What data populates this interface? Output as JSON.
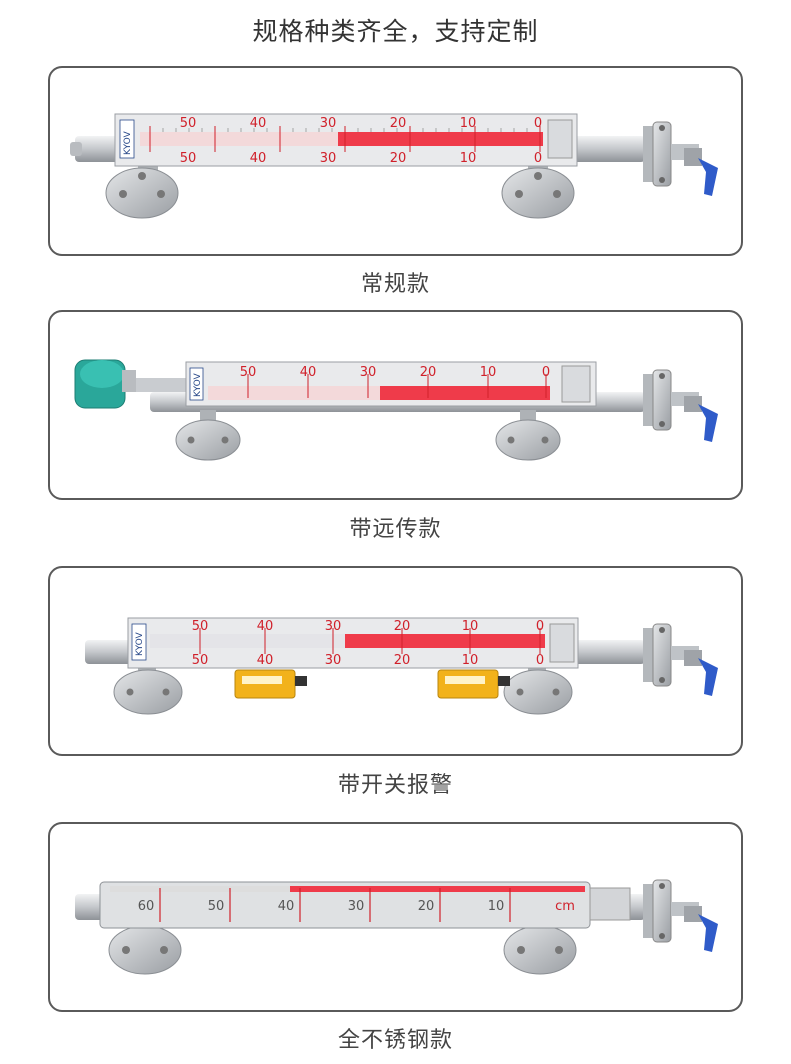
{
  "title": "规格种类齐全，支持定制",
  "brand_label": "KYOV",
  "products": [
    {
      "name": "常规款",
      "scale": [
        "50",
        "40",
        "30",
        "20",
        "10",
        "0"
      ]
    },
    {
      "name": "带远传款",
      "scale": [
        "50",
        "40",
        "30",
        "20",
        "10",
        "0"
      ]
    },
    {
      "name": "带开关报警",
      "scale": [
        "50",
        "40",
        "30",
        "20",
        "10",
        "0"
      ]
    },
    {
      "name": "全不锈钢款",
      "scale": [
        "60",
        "50",
        "40",
        "30",
        "20",
        "10",
        "cm"
      ]
    }
  ],
  "colors": {
    "indicator_red": "#ef3b4a",
    "scale_red": "#d0202a",
    "steel": "#c9ccd0",
    "transmitter": "#2aa79a",
    "switch_yellow": "#f2b21b",
    "valve_handle": "#2f5bc9"
  }
}
